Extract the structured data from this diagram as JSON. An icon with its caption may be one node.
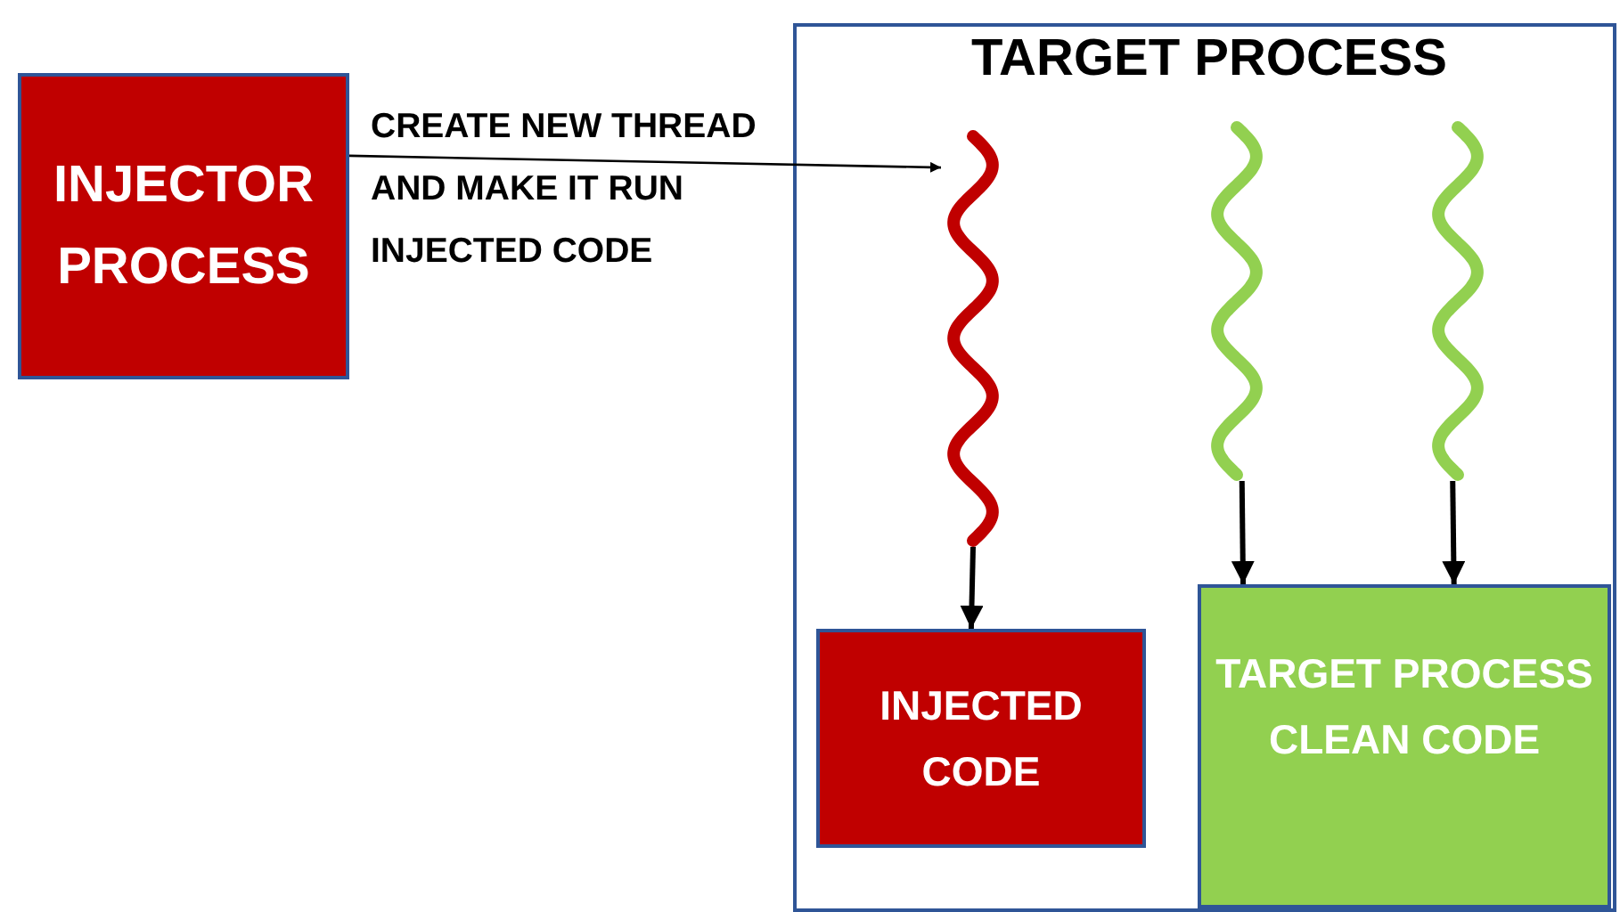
{
  "diagram": {
    "nodes": [
      {
        "text": [
          "INJECTOR PROCESS"
        ]
      },
      {
        "text": [
          "TARGET PROCESS"
        ]
      },
      {
        "text": [],
        "shape": "wave",
        "in": 1
      },
      {
        "text": [],
        "shape": "wave",
        "in": 1
      },
      {
        "text": [],
        "shape": "wave",
        "in": 1
      },
      {
        "text": [
          "INJECTED CODE"
        ],
        "in": 1
      },
      {
        "text": [
          "TARGET PROCESS CLEAN CODE"
        ],
        "in": 1
      }
    ],
    "edges": [
      {
        "from": 0,
        "to": 2,
        "arrow": "to",
        "label": "CREATE NEW THREAD AND MAKE IT RUN INJECTED CODE"
      },
      {
        "from": 2,
        "to": 5,
        "arrow": "to"
      },
      {
        "from": 3,
        "to": 6,
        "arrow": "to"
      },
      {
        "from": 4,
        "to": 6,
        "arrow": "to"
      }
    ]
  }
}
